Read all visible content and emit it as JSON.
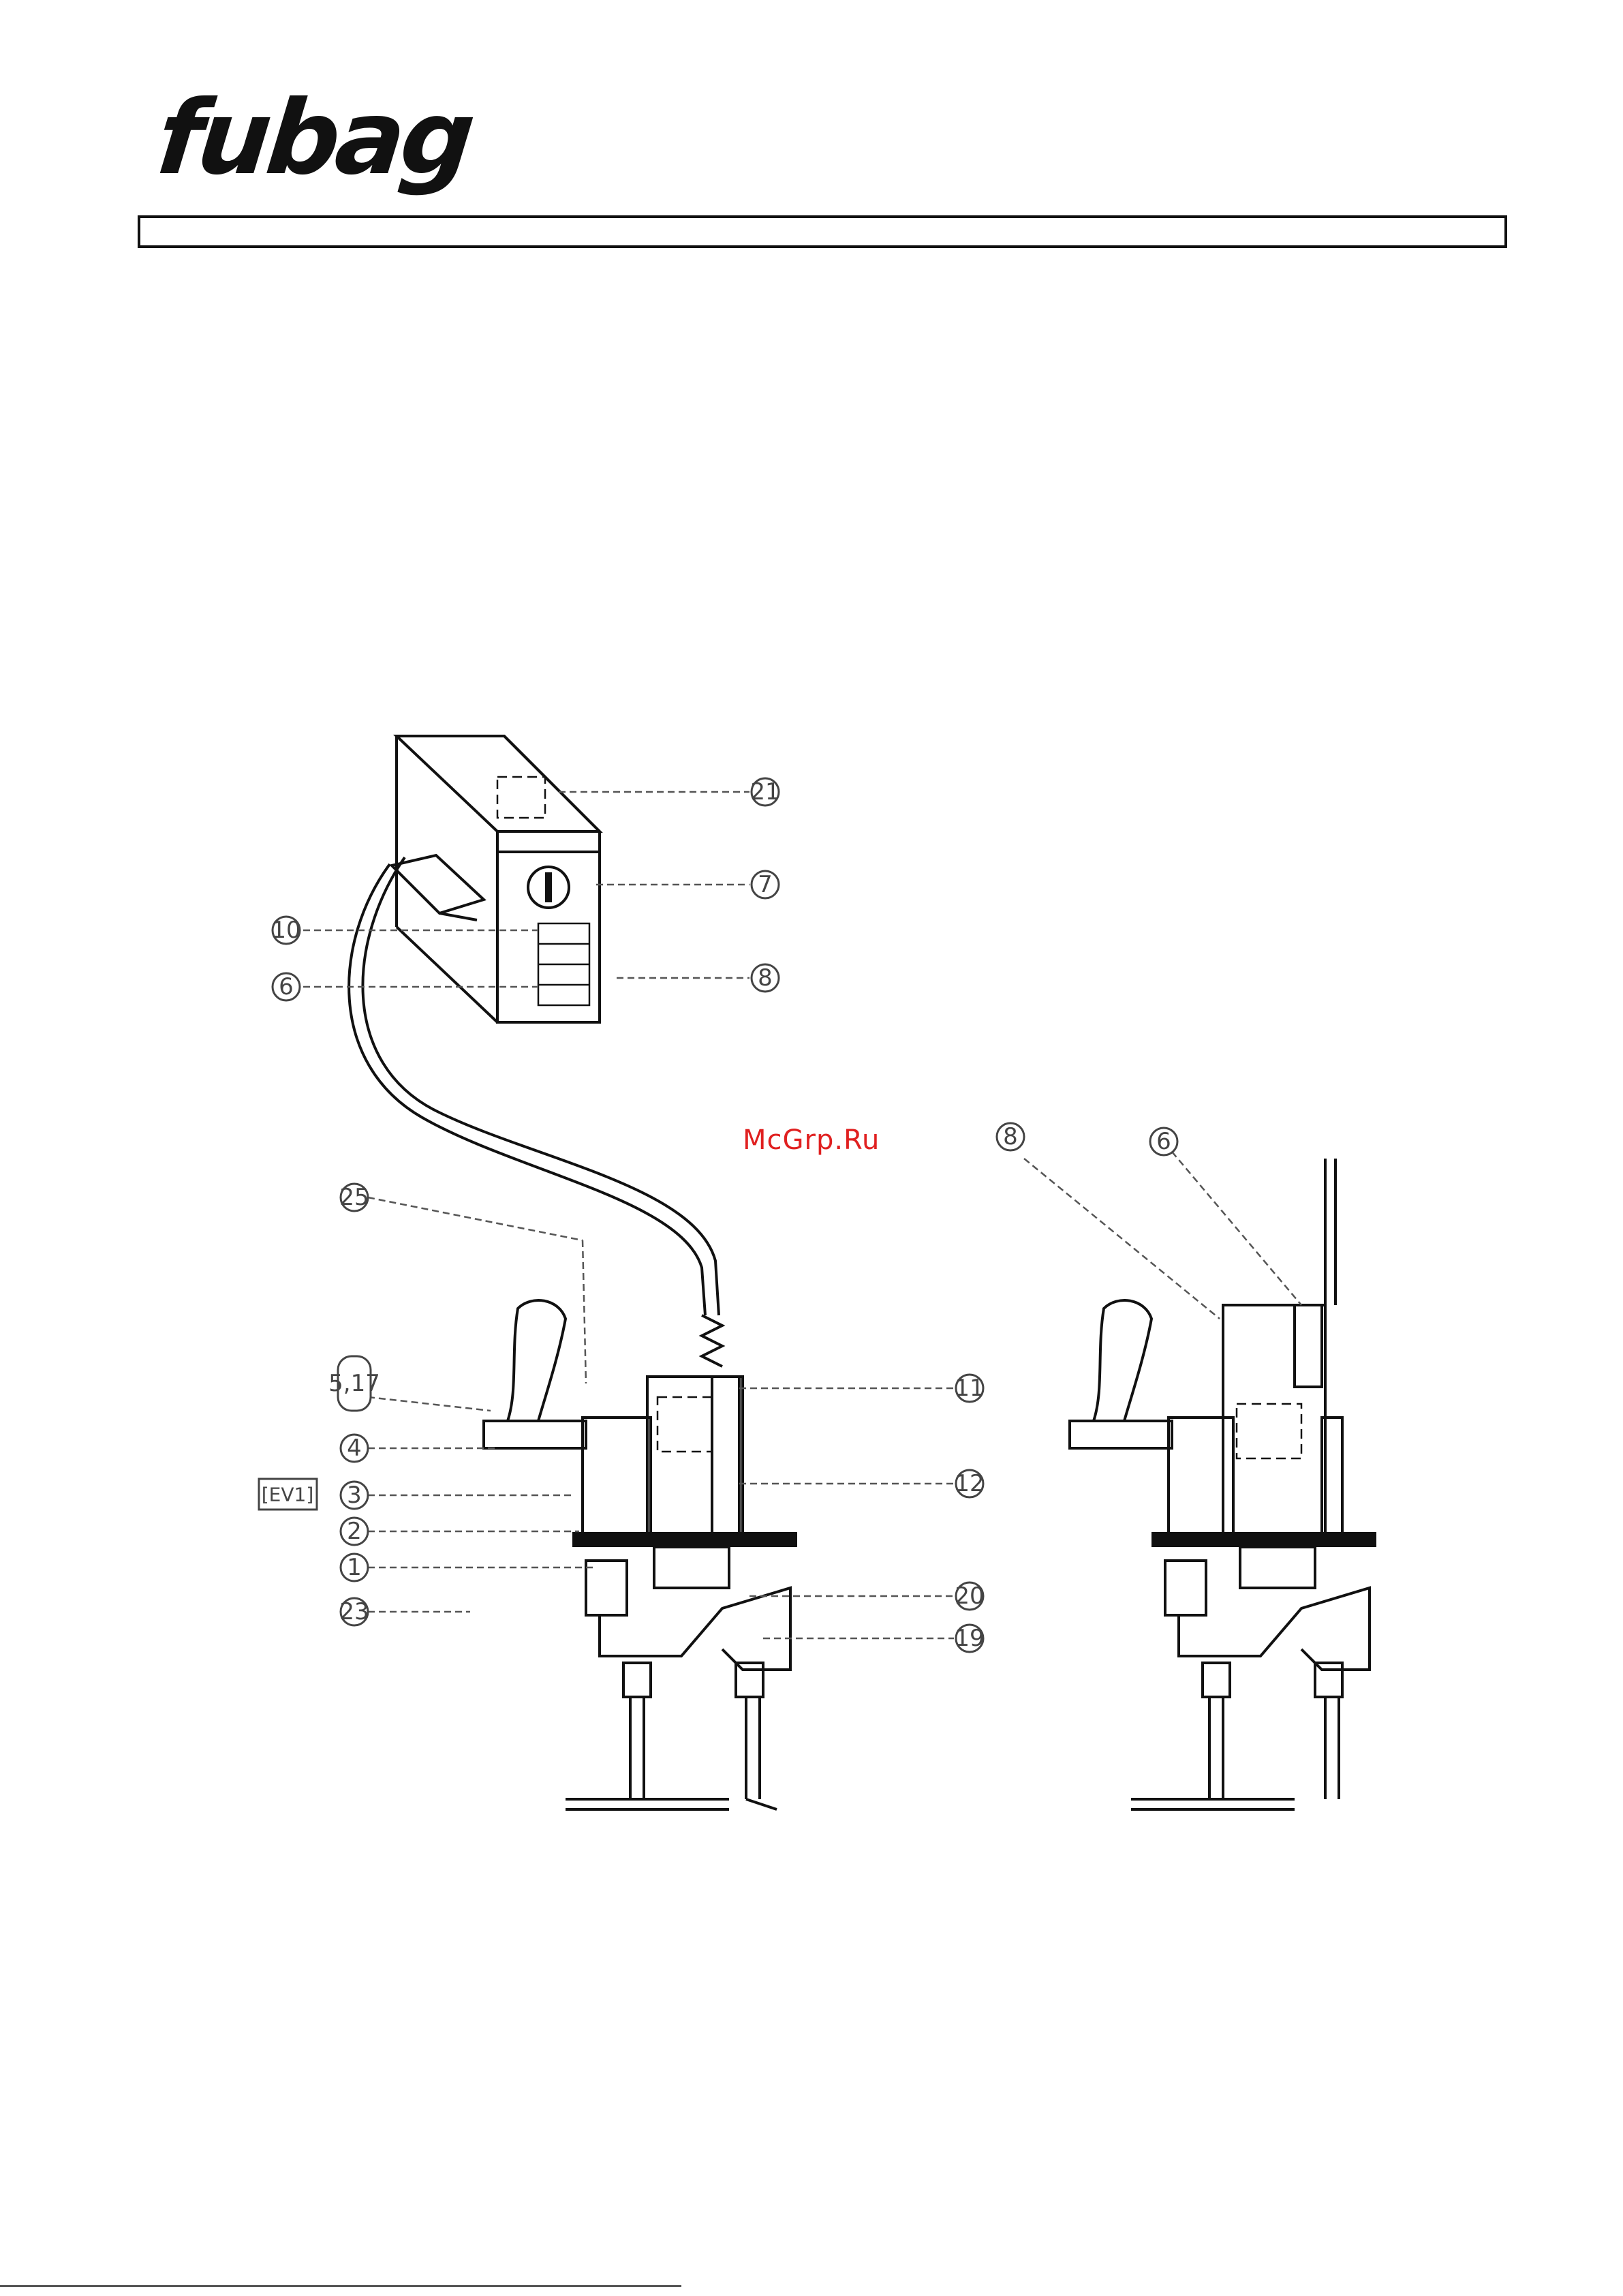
{
  "brand": {
    "logo_text": "fubag"
  },
  "watermark": "McGrp.Ru",
  "labels": {
    "view_tag": "[EV1]",
    "parts": {
      "p21": "21",
      "p7": "7",
      "p10": "10",
      "p6": "6",
      "p8": "8",
      "p25": "25",
      "p5_17": "5,17",
      "p4": "4",
      "p3": "3",
      "p2": "2",
      "p1": "1",
      "p23": "23",
      "p11": "11",
      "p12": "12",
      "p20": "20",
      "p19": "19",
      "r8": "8",
      "r6": "6"
    }
  },
  "colors": {
    "watermark": "#e02020",
    "line": "#111111",
    "frame": "#111111"
  }
}
